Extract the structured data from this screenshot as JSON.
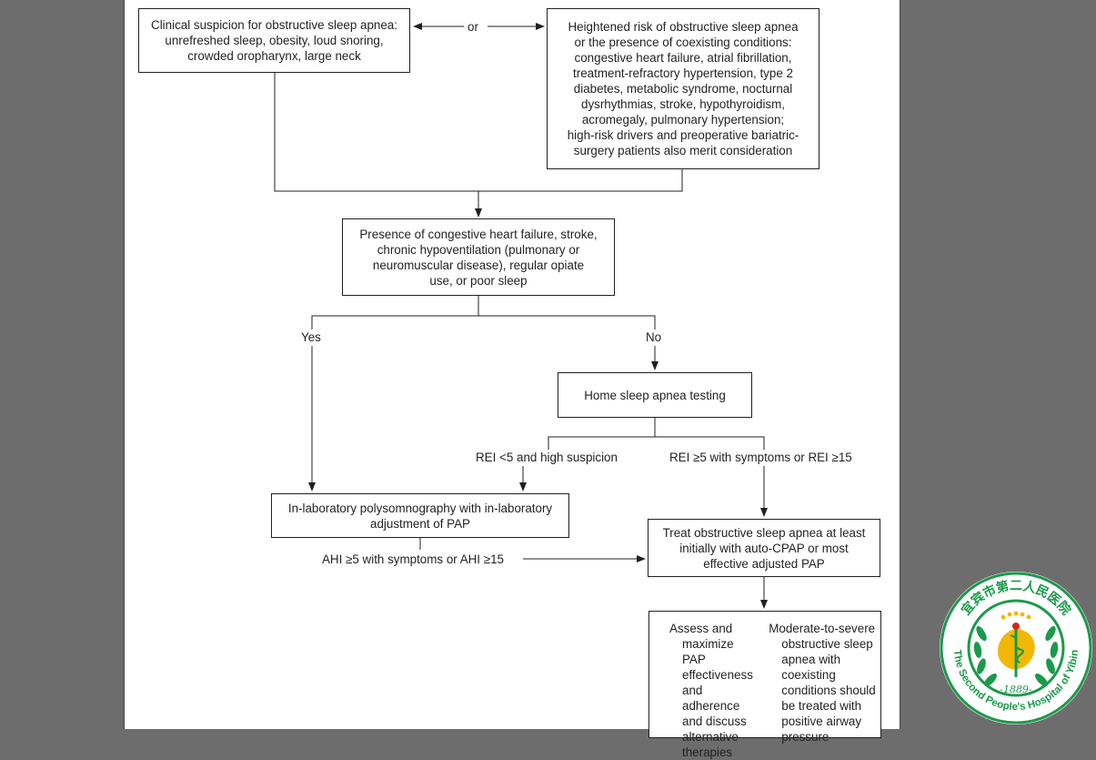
{
  "flowchart": {
    "nodes": {
      "clinical_suspicion": "Clinical suspicion for obstructive sleep apnea:\nunrefreshed sleep, obesity, loud snoring,\ncrowded oropharynx, large neck",
      "heightened_risk": "Heightened risk of obstructive sleep apnea\nor the presence of coexisting conditions:\ncongestive heart failure, atrial fibrillation,\ntreatment-refractory hypertension, type 2\ndiabetes, metabolic syndrome, nocturnal\ndysrhythmias, stroke, hypothyroidism,\nacromegaly, pulmonary hypertension;\nhigh-risk drivers and preoperative bariatric-\nsurgery patients also merit consideration",
      "presence_conditions": "Presence of congestive heart failure, stroke,\nchronic hypoventilation (pulmonary or\nneuromuscular disease), regular opiate\nuse, or poor sleep",
      "home_testing": "Home sleep apnea testing",
      "in_lab_psg": "In-laboratory polysomnography with in-laboratory\nadjustment of PAP",
      "treat_osa": "Treat obstructive sleep apnea at least\ninitially with auto-CPAP or most\neffective adjusted PAP",
      "assess_items": [
        "Assess and maximize PAP effectiveness and adherence and discuss alternative therapies",
        "Moderate-to-severe obstructive sleep apnea with coexisting conditions should be treated with positive airway pressure"
      ]
    },
    "labels": {
      "or": "or",
      "yes": "Yes",
      "no": "No",
      "rei_low": "REI <5 and high suspicion",
      "rei_high": "REI ≥5 with symptoms or REI ≥15",
      "ahi": "AHI ≥5 with symptoms or AHI ≥15"
    }
  },
  "logo": {
    "text_cn": "宜宾市第二人民医院",
    "text_en": "The Second People's Hospital of Yibin",
    "year": "-1889-",
    "color": "#1a9a4a",
    "accent": "#f2b705"
  }
}
